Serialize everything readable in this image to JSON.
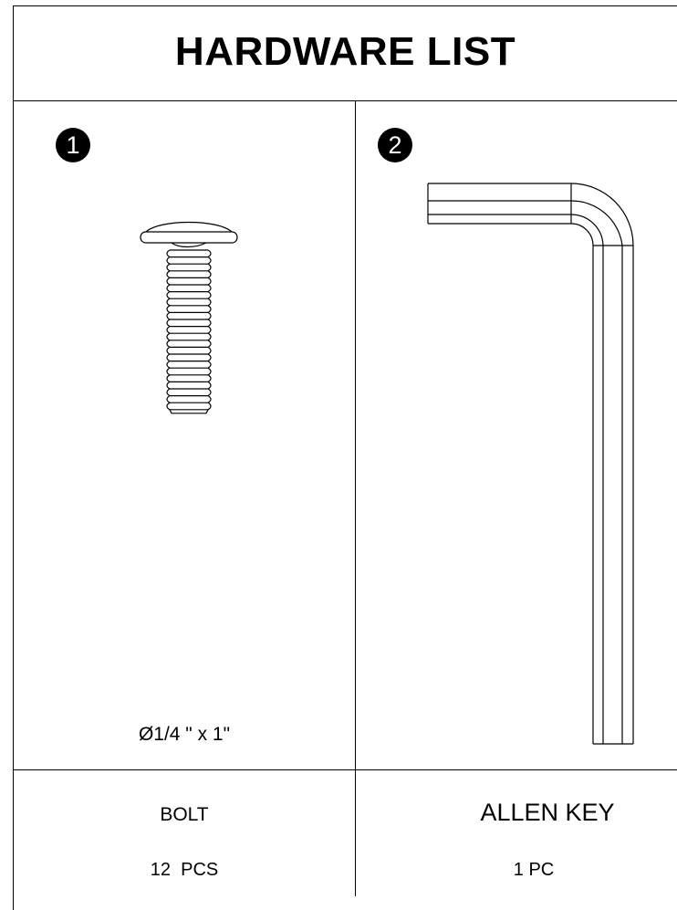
{
  "title": "HARDWARE LIST",
  "items": [
    {
      "number": "1",
      "icon": "bolt-icon",
      "spec": "Ø1/4 \" x 1\"",
      "name": "BOLT",
      "quantity": "12  PCS"
    },
    {
      "number": "2",
      "icon": "allen-key-icon",
      "spec": "",
      "name": "ALLEN KEY",
      "quantity": "1 PC"
    }
  ]
}
